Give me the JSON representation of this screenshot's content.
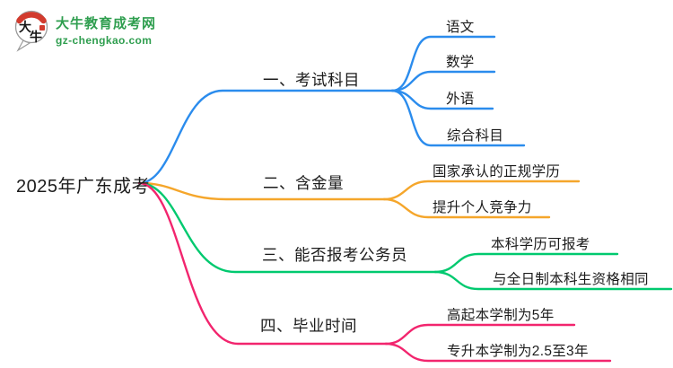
{
  "brand": {
    "logo_char_1": "大",
    "logo_char_2": "牛",
    "site_name": "大牛教育成考网",
    "site_domain": "gz-chengkao.com",
    "brand_green": "#2F9E4F",
    "logo_red": "#D23B2E"
  },
  "mindmap": {
    "root": {
      "label": "2025年广东成考"
    },
    "branches": [
      {
        "label": "一、考试科目",
        "color": "#2B8CED",
        "children": [
          {
            "label": "语文"
          },
          {
            "label": "数学"
          },
          {
            "label": "外语"
          },
          {
            "label": "综合科目"
          }
        ]
      },
      {
        "label": "二、含金量",
        "color": "#F5A62B",
        "children": [
          {
            "label": "国家承认的正规学历"
          },
          {
            "label": "提升个人竞争力"
          }
        ]
      },
      {
        "label": "三、能否报考公务员",
        "color": "#00C96F",
        "children": [
          {
            "label": "本科学历可报考"
          },
          {
            "label": "与全日制本科生资格相同"
          }
        ]
      },
      {
        "label": "四、毕业时间",
        "color": "#F2256E",
        "children": [
          {
            "label": "高起本学制为5年"
          },
          {
            "label": "专升本学制为2.5至3年"
          }
        ]
      }
    ]
  }
}
